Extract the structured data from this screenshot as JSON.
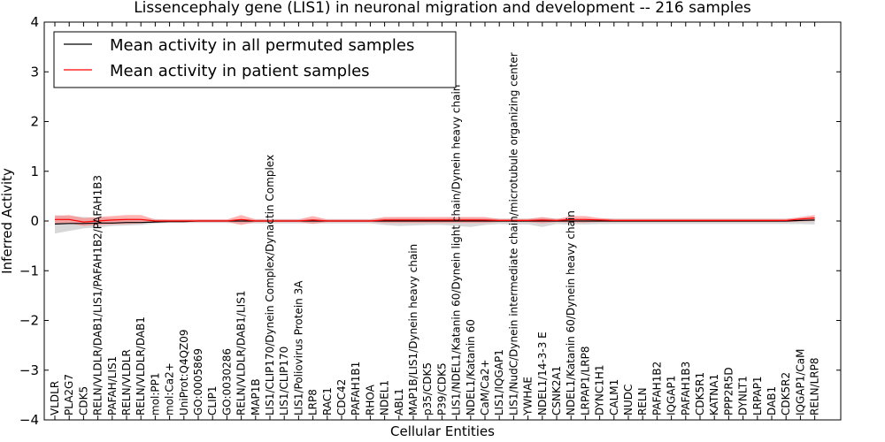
{
  "chart_data": {
    "type": "line",
    "title": "Lissencephaly gene (LIS1) in neuronal migration and development -- 216 samples",
    "xlabel": "Cellular Entities",
    "ylabel": "Inferred Activity",
    "ylim": [
      -4,
      4
    ],
    "yticks": [
      "−4",
      "−3",
      "−2",
      "−1",
      "0",
      "1",
      "2",
      "3",
      "4"
    ],
    "grid": false,
    "legend_position": "top-left",
    "colors": {
      "permuted": "#000000",
      "patient": "#ff0000",
      "permuted_band": "#c8c8c8",
      "patient_band": "#ff8080"
    },
    "categories": [
      "VLDLR",
      "PLA2G7",
      "CDK5",
      "RELN/VLDLR/DAB1/LIS1/PAFAH1B2/PAFAH1B3",
      "PAFAH/LIS1",
      "RELN/VLDLR",
      "RELN/VLDLR/DAB1",
      "mol:PP1",
      "mol:Ca2+",
      "UniProt:Q4QZ09",
      "GO:0005869",
      "CLIP1",
      "GO:0030286",
      "RELN/VLDLR/DAB1/LIS1",
      "MAP1B",
      "LIS1/CLIP170/Dynein Complex/Dynactin Complex",
      "LIS1/CLIP170",
      "LIS1/Poliovirus Protein 3A",
      "LRP8",
      "RAC1",
      "CDC42",
      "PAFAH1B1",
      "RHOA",
      "NDEL1",
      "ABL1",
      "MAP1B/LIS1/Dynein heavy chain",
      "p35/CDK5",
      "P39/CDK5",
      "LIS1/NDEL1/Katanin 60/Dynein light chain/Dynein heavy chain",
      "NDEL1/Katanin 60",
      "CaM/Ca2+",
      "LIS1/IQGAP1",
      "LIS1/NudC/Dynein intermediate chain/microtubule organizing center",
      "YWHAE",
      "NDEL1/14-3-3 E",
      "CSNK2A1",
      "NDEL1/Katanin 60/Dynein heavy chain",
      "LRPAP1/LRP8",
      "DYNC1H1",
      "CALM1",
      "NUDC",
      "RELN",
      "PAFAH1B2",
      "IQGAP1",
      "PAFAH1B3",
      "CDK5R1",
      "KATNA1",
      "PPP2R5D",
      "DYNLT1",
      "LRPAP1",
      "DAB1",
      "CDK5R2",
      "IQGAP1/CaM",
      "RELN/LRP8"
    ],
    "series": [
      {
        "name": "Mean activity in all permuted samples",
        "values": [
          -0.06,
          -0.05,
          -0.05,
          -0.04,
          -0.04,
          -0.03,
          -0.03,
          -0.02,
          -0.01,
          -0.01,
          0.0,
          0.0,
          0.0,
          0.0,
          0.0,
          0.0,
          0.0,
          0.0,
          0.0,
          0.0,
          0.0,
          0.0,
          0.0,
          0.0,
          0.0,
          0.0,
          0.0,
          0.0,
          0.0,
          0.0,
          0.0,
          0.0,
          0.0,
          0.0,
          0.0,
          0.0,
          0.0,
          0.0,
          0.0,
          0.0,
          0.0,
          0.0,
          0.0,
          0.0,
          0.0,
          0.0,
          0.0,
          0.0,
          0.0,
          0.0,
          0.0,
          0.0,
          0.01,
          0.02
        ],
        "lower": [
          -0.25,
          -0.2,
          -0.15,
          -0.13,
          -0.1,
          -0.09,
          -0.08,
          -0.05,
          -0.04,
          -0.04,
          -0.04,
          -0.04,
          -0.04,
          -0.05,
          -0.05,
          -0.05,
          -0.05,
          -0.05,
          -0.05,
          -0.05,
          -0.05,
          -0.05,
          -0.05,
          -0.08,
          -0.1,
          -0.09,
          -0.08,
          -0.08,
          -0.1,
          -0.12,
          -0.08,
          -0.06,
          -0.07,
          -0.07,
          -0.12,
          -0.06,
          -0.07,
          -0.07,
          -0.06,
          -0.06,
          -0.06,
          -0.06,
          -0.06,
          -0.06,
          -0.06,
          -0.06,
          -0.06,
          -0.06,
          -0.06,
          -0.06,
          -0.06,
          -0.06,
          -0.06,
          -0.07
        ],
        "upper": [
          0.12,
          0.1,
          0.08,
          0.07,
          0.06,
          0.06,
          0.05,
          0.04,
          0.03,
          0.03,
          0.03,
          0.03,
          0.03,
          0.04,
          0.04,
          0.04,
          0.04,
          0.04,
          0.04,
          0.04,
          0.04,
          0.04,
          0.04,
          0.06,
          0.07,
          0.07,
          0.06,
          0.06,
          0.07,
          0.07,
          0.06,
          0.05,
          0.05,
          0.05,
          0.07,
          0.05,
          0.05,
          0.05,
          0.05,
          0.05,
          0.05,
          0.05,
          0.05,
          0.05,
          0.05,
          0.05,
          0.05,
          0.05,
          0.05,
          0.05,
          0.05,
          0.05,
          0.06,
          0.08
        ]
      },
      {
        "name": "Mean activity in patient samples",
        "values": [
          0.03,
          0.03,
          -0.02,
          0.0,
          0.02,
          0.03,
          0.03,
          0.0,
          0.0,
          0.0,
          0.0,
          0.0,
          0.0,
          0.03,
          0.0,
          0.0,
          0.0,
          0.0,
          0.02,
          0.0,
          0.0,
          0.0,
          0.0,
          0.02,
          0.02,
          0.02,
          0.02,
          0.02,
          0.02,
          0.02,
          0.02,
          0.01,
          0.01,
          0.01,
          0.02,
          0.01,
          0.03,
          0.03,
          0.02,
          0.01,
          0.01,
          0.01,
          0.01,
          0.01,
          0.01,
          0.01,
          0.01,
          0.01,
          0.01,
          0.01,
          0.01,
          0.01,
          0.04,
          0.06
        ],
        "lower": [
          -0.05,
          -0.05,
          -0.1,
          -0.08,
          -0.07,
          -0.06,
          -0.05,
          -0.02,
          -0.02,
          -0.02,
          -0.02,
          -0.02,
          -0.02,
          -0.08,
          -0.02,
          -0.02,
          -0.02,
          -0.02,
          -0.06,
          -0.02,
          -0.02,
          -0.02,
          -0.02,
          -0.04,
          -0.04,
          -0.04,
          -0.04,
          -0.04,
          -0.04,
          -0.04,
          -0.04,
          -0.02,
          -0.02,
          -0.02,
          -0.05,
          -0.02,
          -0.03,
          -0.03,
          -0.02,
          -0.02,
          -0.02,
          -0.02,
          -0.02,
          -0.02,
          -0.02,
          -0.02,
          -0.02,
          -0.02,
          -0.02,
          -0.02,
          -0.02,
          -0.02,
          -0.01,
          0.0
        ],
        "upper": [
          0.1,
          0.12,
          0.06,
          0.08,
          0.1,
          0.12,
          0.12,
          0.03,
          0.03,
          0.03,
          0.03,
          0.03,
          0.03,
          0.12,
          0.03,
          0.03,
          0.03,
          0.03,
          0.1,
          0.03,
          0.03,
          0.03,
          0.03,
          0.08,
          0.08,
          0.08,
          0.08,
          0.08,
          0.08,
          0.08,
          0.08,
          0.04,
          0.04,
          0.04,
          0.08,
          0.04,
          0.1,
          0.1,
          0.06,
          0.04,
          0.04,
          0.04,
          0.04,
          0.04,
          0.04,
          0.04,
          0.04,
          0.04,
          0.04,
          0.04,
          0.04,
          0.04,
          0.08,
          0.12
        ]
      }
    ]
  }
}
